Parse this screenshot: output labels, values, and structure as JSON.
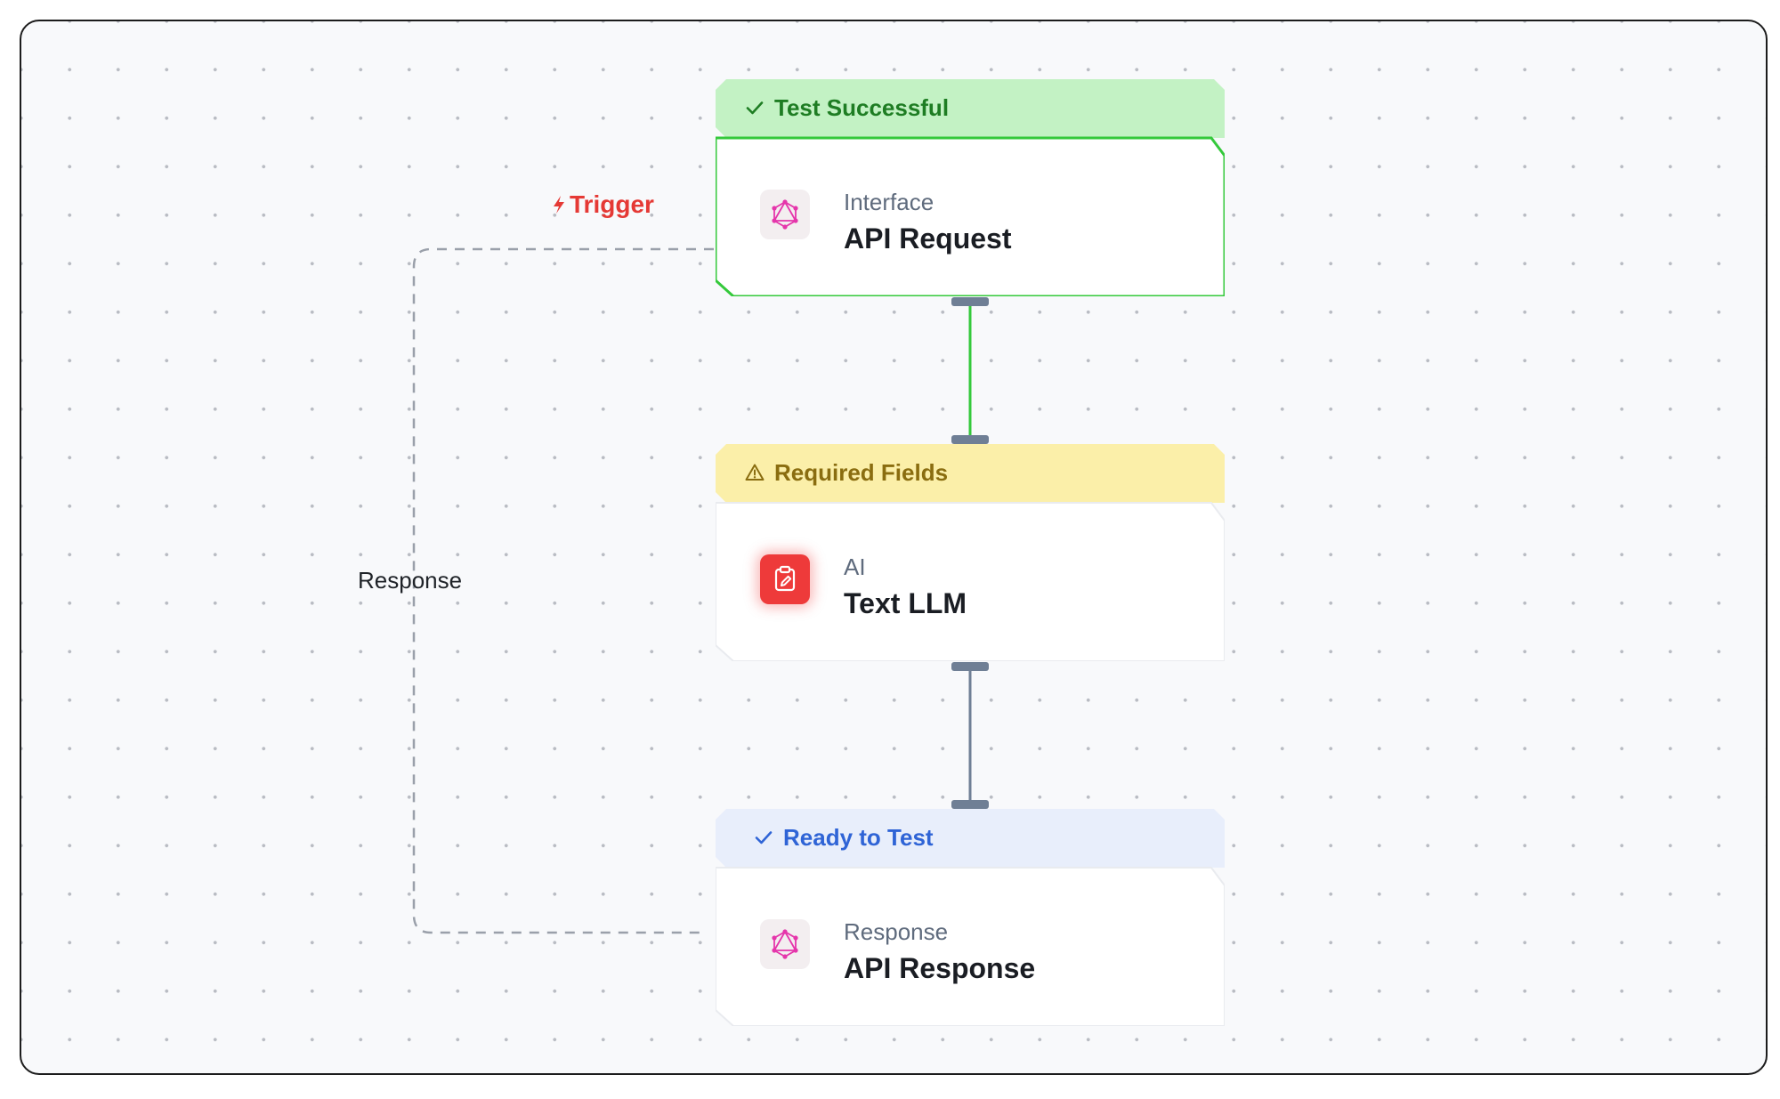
{
  "edge_labels": {
    "trigger": "Trigger",
    "response": "Response"
  },
  "nodes": [
    {
      "status": "Test Successful",
      "status_icon": "check-icon",
      "category": "Interface",
      "title": "API Request",
      "icon": "graphql-icon"
    },
    {
      "status": "Required Fields",
      "status_icon": "warning-icon",
      "category": "AI",
      "title": "Text LLM",
      "icon": "clipboard-edit-icon"
    },
    {
      "status": "Ready to Test",
      "status_icon": "check-icon",
      "category": "Response",
      "title": "API Response",
      "icon": "graphql-icon"
    }
  ],
  "colors": {
    "success_bg": "#c3f2c4",
    "success_text": "#1e7d23",
    "success_border": "#34c93b",
    "warning_bg": "#fbefa9",
    "warning_text": "#8a6d10",
    "ready_bg": "#e8eefb",
    "ready_text": "#2f64d6",
    "trigger": "#e53935",
    "graphql_pink": "#e535ab",
    "ai_red": "#ee3a3a"
  }
}
